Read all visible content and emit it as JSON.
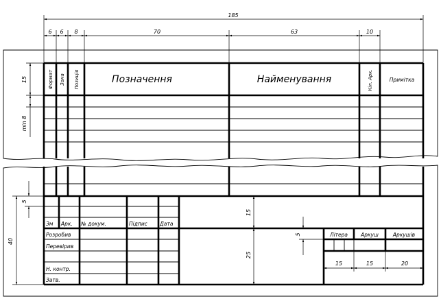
{
  "dimensions": {
    "total_width": "185",
    "col_format": "6",
    "col_zone": "6",
    "col_pos": "8",
    "col_designation": "70",
    "col_name": "63",
    "col_qty": "10",
    "header_height": "15",
    "row_min": "min 8",
    "stamp_height": "40",
    "stamp_row": "5",
    "stamp_upper": "15",
    "stamp_lower": "25",
    "stamp_cell": "5",
    "bottom_15": "15",
    "bottom_15b": "15",
    "bottom_20": "20"
  },
  "header": {
    "format": "Формат",
    "zone": "Зона",
    "pos": "Позиція",
    "designation": "Позначення",
    "name": "Найменування",
    "qty": "Кіл. Арк.",
    "note": "Примітка"
  },
  "stamp": {
    "change": "Зм",
    "sheet": "Арк.",
    "doc_no": "№ докум.",
    "signature": "Підпис",
    "date": "Дата",
    "developed": "Розробив",
    "checked": "Перевірив",
    "norm_control": "Н. контр.",
    "approved": "Затв.",
    "letter": "Літера",
    "sheet_no": "Аркуш",
    "sheets": "Аркушів"
  }
}
